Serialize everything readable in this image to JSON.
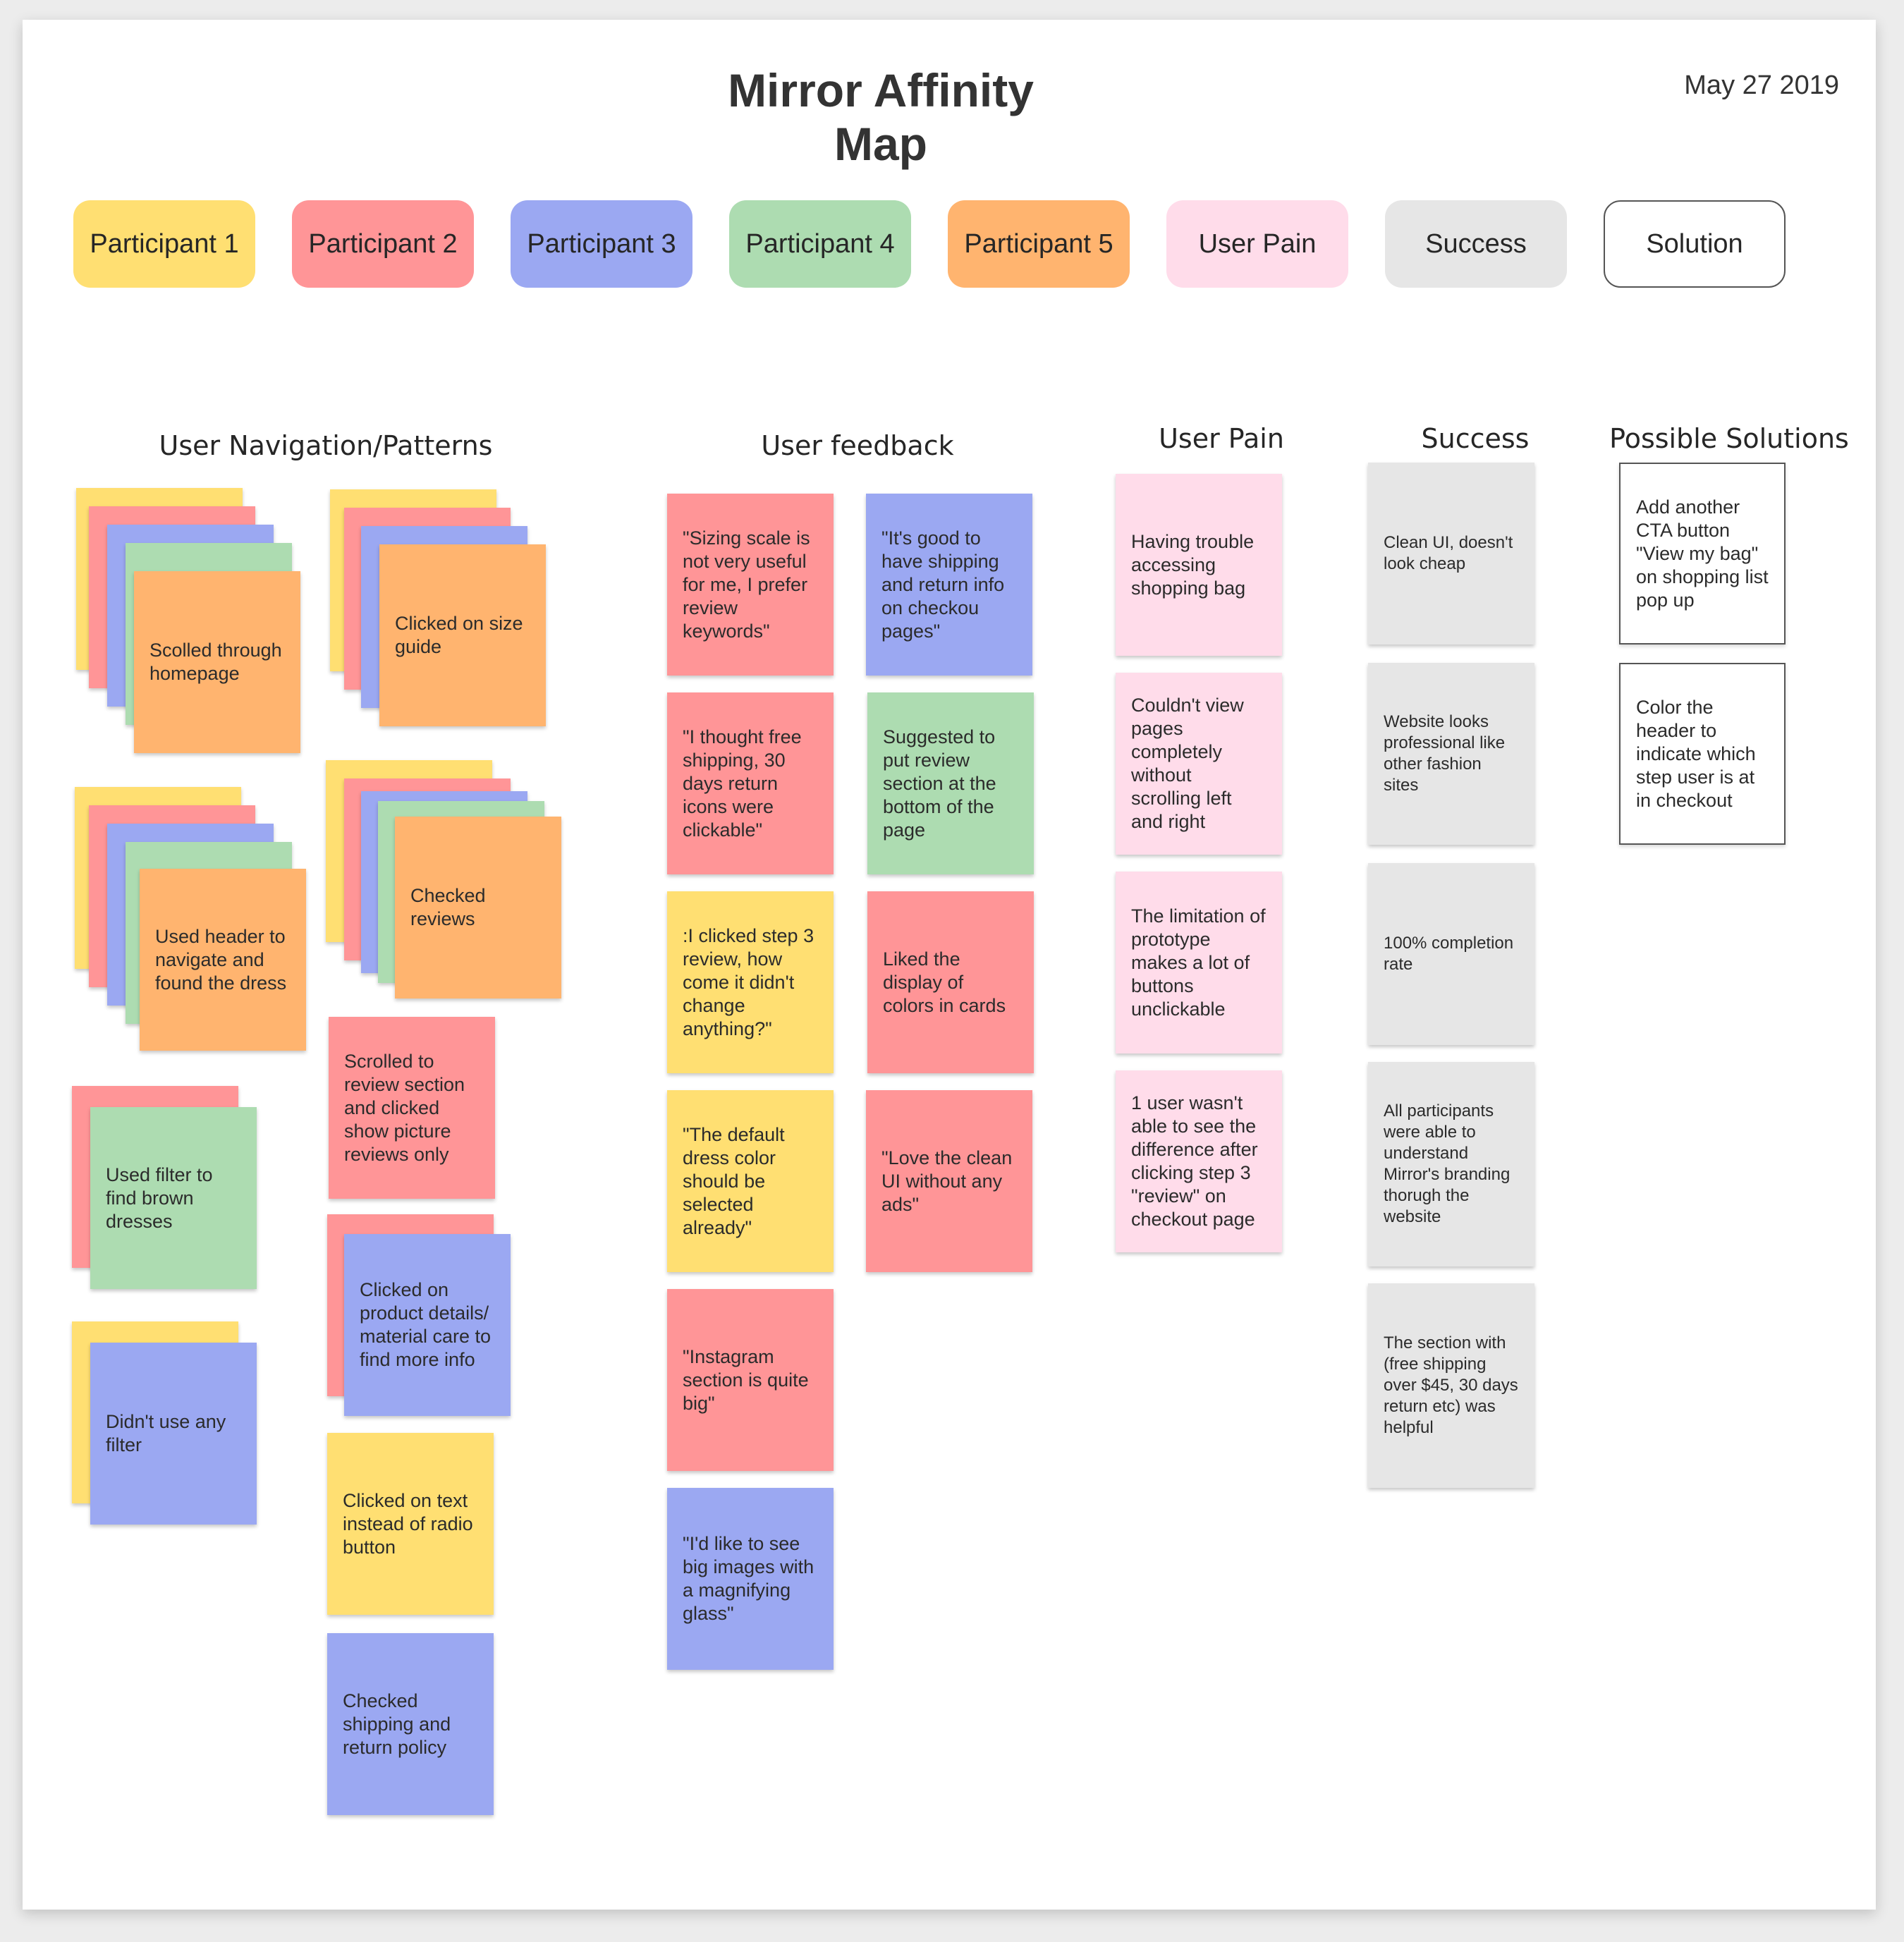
{
  "title": "Mirror Affinity Map",
  "date": "May 27 2019",
  "colors": {
    "participant_1": "#ffdf72",
    "participant_2": "#ff9597",
    "participant_3": "#9ba8f2",
    "participant_4": "#addcb1",
    "participant_5": "#ffb46f",
    "user_pain": "#ffdcea",
    "success": "#e6e6e6",
    "solution": "#ffffff"
  },
  "legend": [
    "Participant 1",
    "Participant 2",
    "Participant 3",
    "Participant 4",
    "Participant 5",
    "User Pain",
    "Success",
    "Solution"
  ],
  "columns": {
    "navigation": "User Navigation/Patterns",
    "feedback": "User feedback",
    "pain": "User Pain",
    "success": "Success",
    "solutions": "Possible Solutions"
  },
  "navigation_notes": [
    "Scolled through homepage",
    "Clicked on size guide",
    "Used header to navigate and found the dress",
    "Checked reviews",
    "Used filter to find brown dresses",
    "Scrolled to review section and clicked show picture reviews only",
    "Clicked on product details/ material care to find more info",
    "Didn't use any filter",
    "Clicked on text instead of radio button",
    "Checked shipping and return policy"
  ],
  "feedback_notes": [
    "\"Sizing scale is not very useful for me, I prefer review keywords\"",
    "\"It's good to have shipping and return info on checkou pages\"",
    "\"I thought free shipping, 30 days return icons were clickable\"",
    "Suggested to put review section at the bottom of the page",
    ":I clicked step 3 review, how come it didn't change anything?\"",
    "Liked the display of colors in cards",
    "\"The default dress color should be selected already\"",
    "\"Love the clean UI without any ads\"",
    "\"Instagram section is quite big\"",
    "\"I'd like to see big images with a magnifying glass\""
  ],
  "pain_notes": [
    "Having trouble accessing shopping bag",
    "Couldn't view pages completely without scrolling left and right",
    "The limitation of prototype makes a lot of buttons unclickable",
    "1 user wasn't able to see the difference after clicking step 3 \"review\" on checkout page"
  ],
  "success_notes": [
    "Clean UI, doesn't look cheap",
    "Website looks professional like other fashion sites",
    "100% completion rate",
    "All participants were able to understand Mirror's branding thorugh the website",
    "The section with (free shipping over $45, 30 days return etc) was helpful"
  ],
  "solution_notes": [
    "Add another CTA button \"View my bag\" on shopping list pop up",
    "Color the header to indicate which step user is at in checkout"
  ]
}
